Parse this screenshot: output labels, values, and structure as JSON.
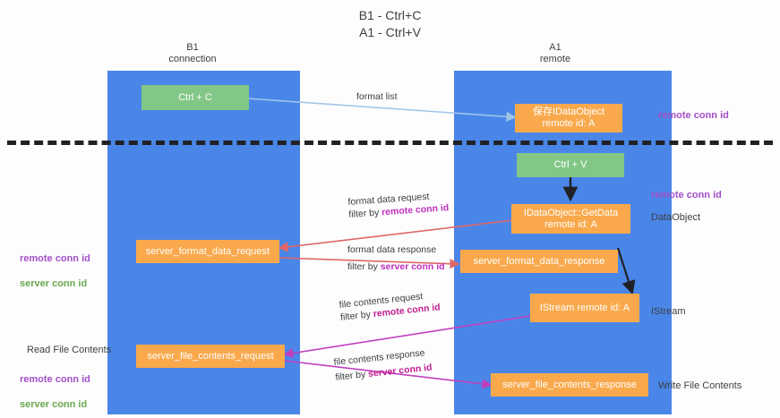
{
  "title": "B1 - Ctrl+C\nA1 - Ctrl+V",
  "lanes": [
    {
      "name": "b1",
      "label": "B1\nconnection"
    },
    {
      "name": "a1",
      "label": "A1\nremote"
    }
  ],
  "boxes": [
    {
      "id": "ctrl-c",
      "text": "Ctrl + C",
      "color": "green"
    },
    {
      "id": "save-idataobject",
      "text": "保存IDataObject\nremote id: A",
      "color": "orange"
    },
    {
      "id": "ctrl-v",
      "text": "Ctrl + V",
      "color": "green"
    },
    {
      "id": "idataobject-getdata",
      "text": "IDataObject::GetData\nremote id: A",
      "color": "orange"
    },
    {
      "id": "server-format-data-request",
      "text": "server_format_data_request",
      "color": "orange"
    },
    {
      "id": "server-format-data-response",
      "text": "server_format_data_response",
      "color": "orange"
    },
    {
      "id": "istream",
      "text": "IStream\nremote id: A",
      "color": "orange"
    },
    {
      "id": "server-file-contents-request",
      "text": "server_file_contents_request",
      "color": "orange"
    },
    {
      "id": "server-file-contents-response",
      "text": "server_file_contents_response",
      "color": "orange"
    }
  ],
  "edge_labels": [
    {
      "id": "format-list",
      "line1": "format list",
      "line2": "",
      "highlight": ""
    },
    {
      "id": "format-data-request",
      "line1": "format data request",
      "line2": "filter by ",
      "highlight": "remote conn id"
    },
    {
      "id": "format-data-response",
      "line1": "format data response",
      "line2": "filter by ",
      "highlight": "server conn id"
    },
    {
      "id": "file-contents-request",
      "line1": "file contents request",
      "line2": "filter by ",
      "highlight": "remote conn id"
    },
    {
      "id": "file-contents-response",
      "line1": "file contents response",
      "line2": "filter by ",
      "highlight": "server conn id"
    }
  ],
  "side_labels": {
    "right_top_conn": "remote conn id",
    "right_mid_conn": "remote conn id",
    "dataobject": "DataObject",
    "istream": "IStream",
    "write_file_contents": "Write File Contents",
    "read_file_contents": "Read File Contents"
  },
  "left_legend": {
    "mid_remote": "remote conn id",
    "mid_server": "server conn id",
    "bottom_remote": "remote conn id",
    "bottom_server": "server conn id"
  },
  "colors": {
    "lane": "#4a86e8",
    "orange": "#f9a94c",
    "green": "#82c786",
    "purple": "#a34fc8",
    "green_text": "#6aa84f",
    "arrow_blue": "#9fc5e8",
    "arrow_red": "#e06666",
    "arrow_magenta": "#c030c0",
    "arrow_black": "#202124"
  }
}
